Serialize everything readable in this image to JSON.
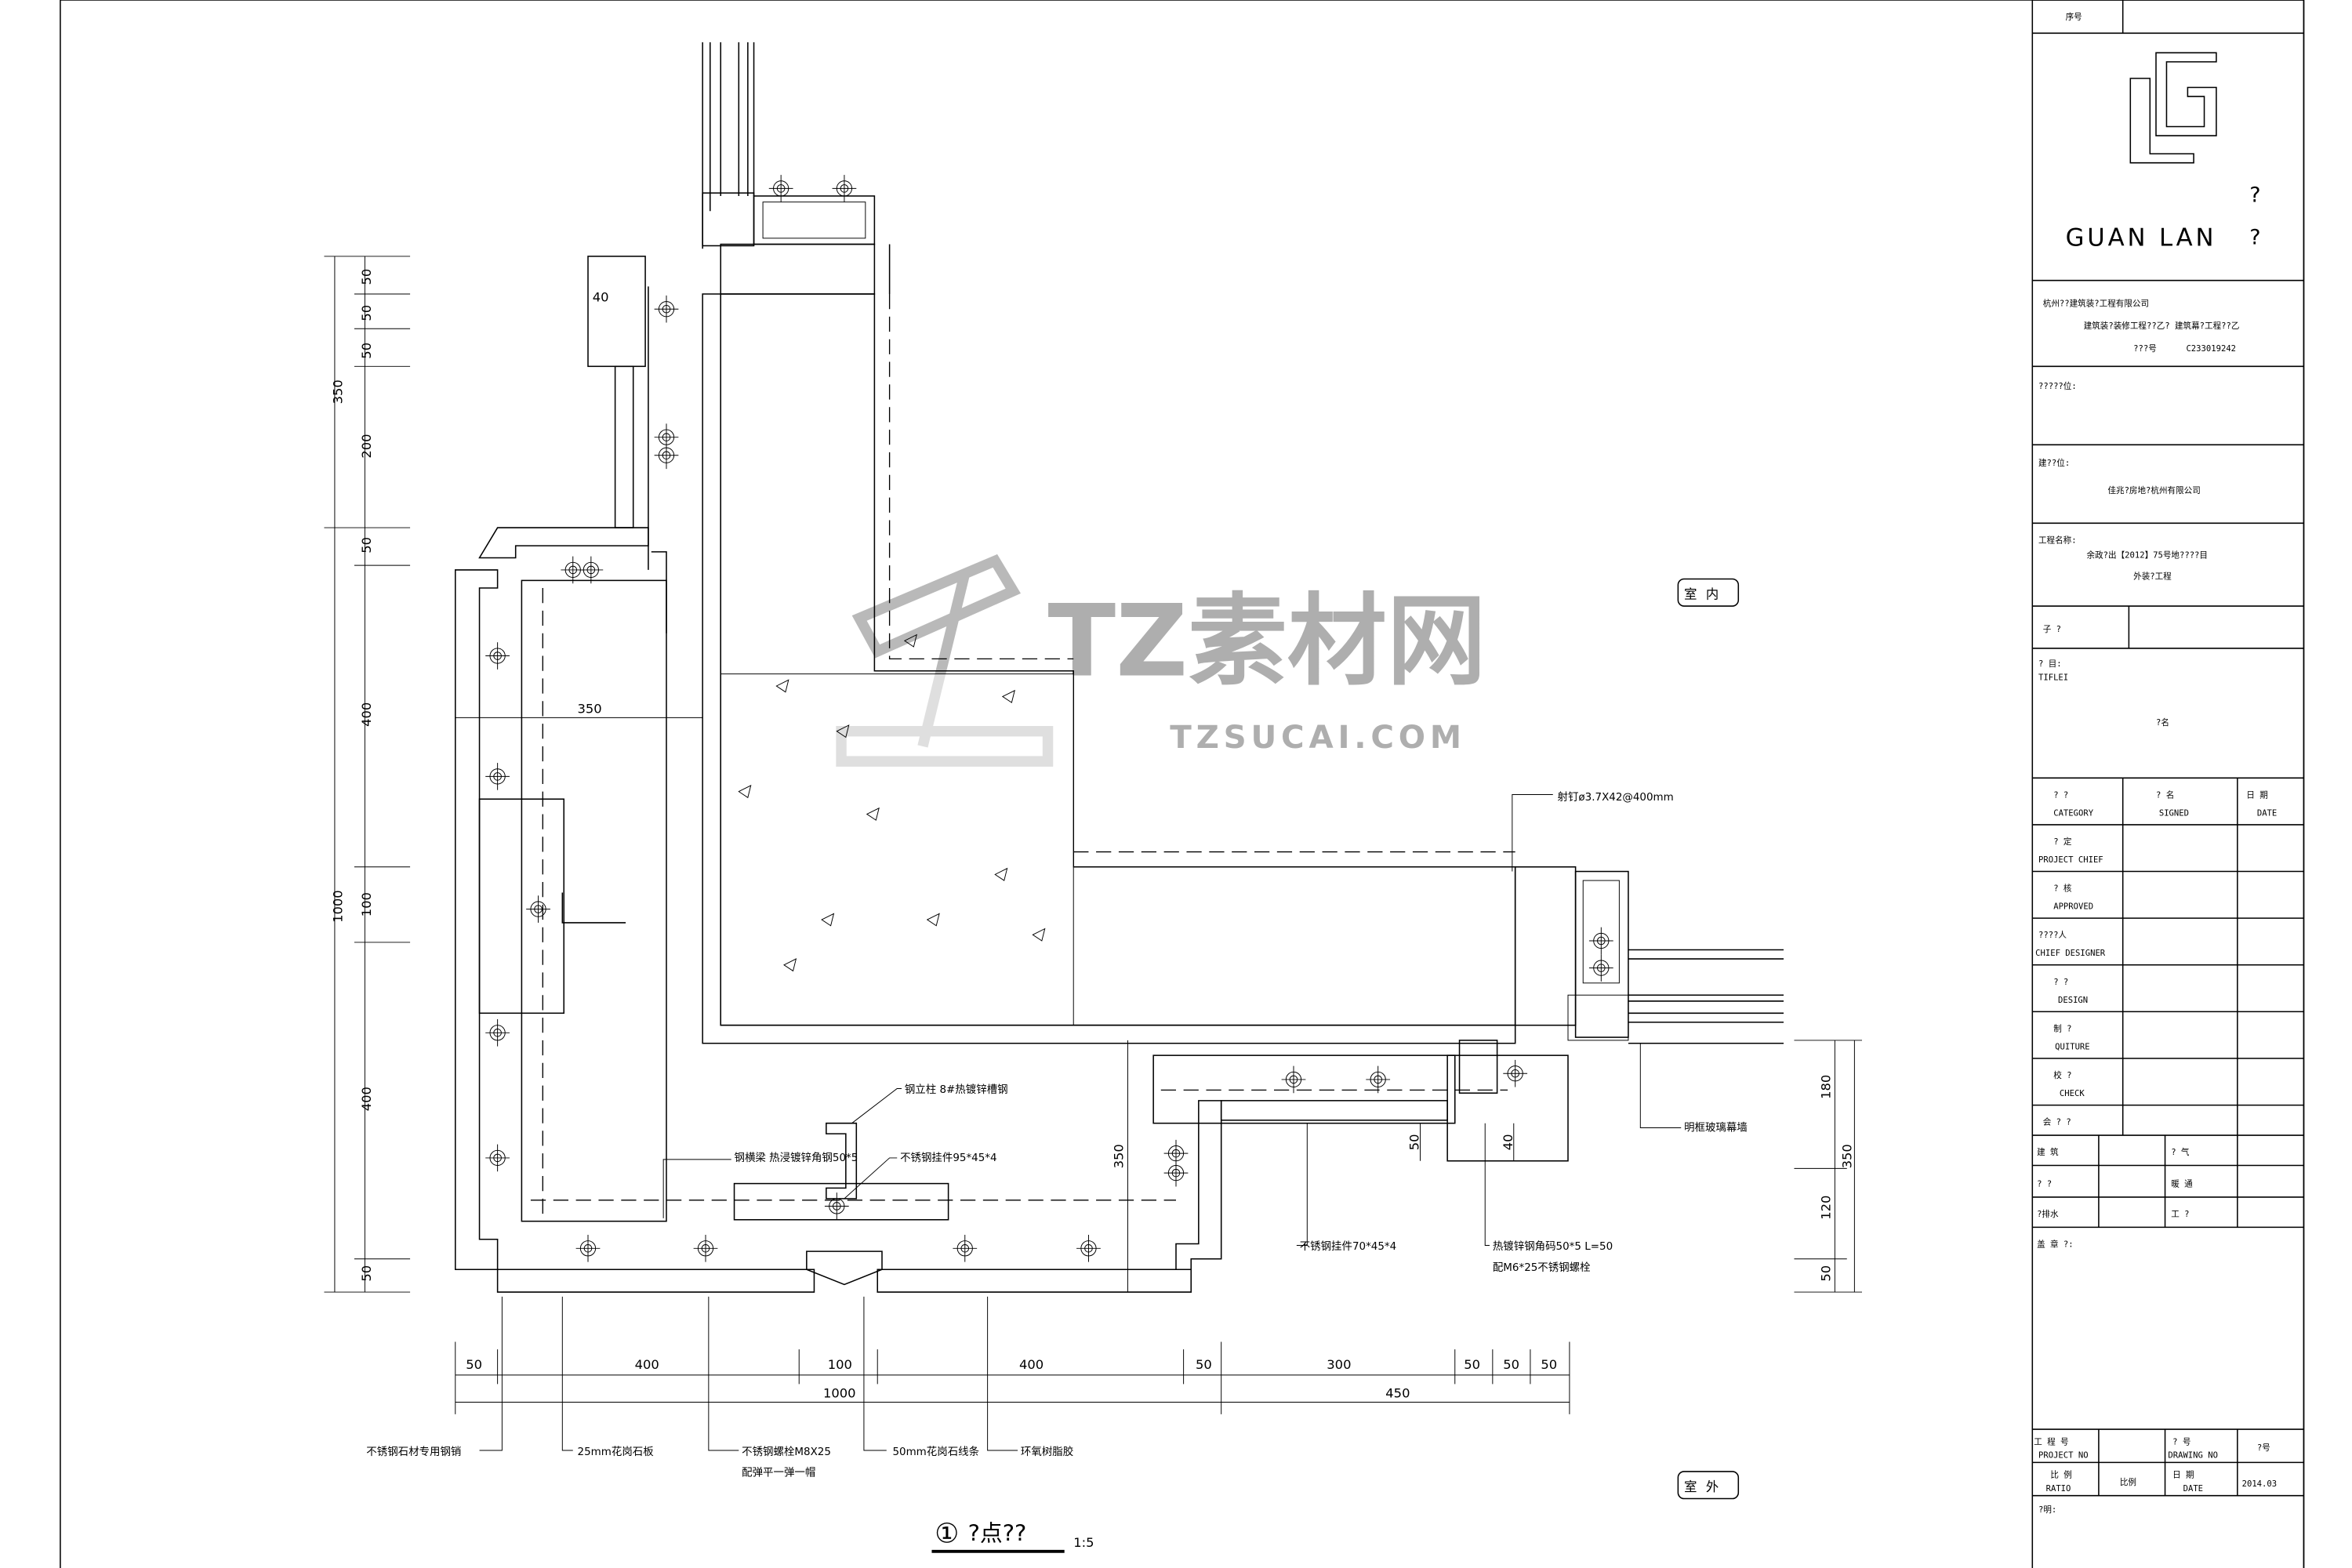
{
  "drawing": {
    "title_num": "①",
    "title": "?点??",
    "scale": "1:5",
    "room_inside": "室内",
    "room_outside": "室外",
    "callouts": {
      "steel_column": "钢立柱 8#热镀锌槽钢",
      "steel_beam": "钢横梁 热浸镀锌角钢50*5",
      "hanger_95": "不锈钢挂件95*45*4",
      "nail": "射钉ø3.7X42@400mm",
      "glass_wall": "明框玻璃幕墙",
      "hanger_70": "不锈钢挂件70*45*4",
      "angle_code_1": "热镀锌钢角码50*5  L=50",
      "angle_code_2": "配M6*25不锈钢螺栓",
      "pin": "不锈钢石材专用钢销",
      "granite_25": "25mm花岗石板",
      "bolt_1": "不锈钢螺栓M8X25",
      "bolt_2": "配弹平一弹一帽",
      "granite_50": "50mm花岗石线条",
      "epoxy": "环氧树脂胶"
    },
    "dims_left_total": [
      "350",
      "1000"
    ],
    "dims_left": [
      "50",
      "50",
      "50",
      "200",
      "50",
      "400",
      "100",
      "400",
      "50"
    ],
    "dim_inner_350": "350",
    "dim_top_40": "40",
    "dims_bottom_row1": [
      "50",
      "400",
      "100",
      "400",
      "50",
      "300",
      "50",
      "50",
      "50"
    ],
    "dims_bottom_row2": [
      "1000",
      "450"
    ],
    "dims_mid": {
      "v350": "350",
      "v50": "50",
      "v40": "40"
    },
    "dims_right": [
      "180",
      "120",
      "50"
    ],
    "dims_right_total": "350"
  },
  "watermark": {
    "brand": "TZ素材网",
    "url": "TZSUCAI.COM"
  },
  "title_block": {
    "serial_label": "序号",
    "logo_text": "GUAN LAN",
    "logo_marks": [
      "?",
      "?"
    ],
    "company": "杭州??建筑装?工程有限公司",
    "qualification": "建筑装?装修工程??乙?  建筑幕?工程??乙",
    "cert_label": "???号",
    "cert_no": "C233019242",
    "design_unit_label": "?????位:",
    "build_unit_label": "建??位:",
    "build_unit": "佳兆?房地?杭州有限公司",
    "project_label": "工程名称:",
    "project_line1": "余政?出【2012】75号地????目",
    "project_line2": "外装?工程",
    "sub_label": "子    ?",
    "drawing_title_label": "? 目:",
    "drawing_title_en": "TIFLEI",
    "drawing_name": "?名",
    "header": [
      {
        "cn": "?  ?",
        "en": "CATEGORY"
      },
      {
        "cn": "?  名",
        "en": "SIGNED"
      },
      {
        "cn": "日  期",
        "en": "DATE"
      }
    ],
    "roles": [
      {
        "cn": "?  定",
        "en": "PROJECT  CHIEF"
      },
      {
        "cn": "?  核",
        "en": "APPROVED"
      },
      {
        "cn": "????人",
        "en": "CHIEF  DESIGNER"
      },
      {
        "cn": "?  ?",
        "en": "DESIGN"
      },
      {
        "cn": "制  ?",
        "en": "QUITURE"
      },
      {
        "cn": "校  ?",
        "en": "CHECK"
      },
      {
        "cn": "会 ? ?",
        "en": ""
      }
    ],
    "disciplines": [
      [
        "建    筑",
        "?    气"
      ],
      [
        "?    ?",
        "暖    通"
      ],
      [
        "?排水",
        "工    ?"
      ]
    ],
    "stamp_label": "盖 章 ?:",
    "project_no_cn": "工 程 号",
    "project_no_en": "PROJECT NO",
    "drawing_no_cn": "?   号",
    "drawing_no_en": "DRAWING NO",
    "drawing_no_value": "?号",
    "ratio_cn": "比  例",
    "ratio_en": "RATIO",
    "ratio_value": "比例",
    "date_cn": "日  期",
    "date_en": "DATE",
    "date_value": "2014.03",
    "notes_label": "?明:"
  }
}
